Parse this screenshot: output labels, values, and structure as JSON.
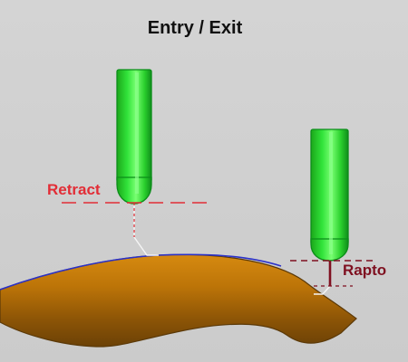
{
  "diagram": {
    "title": "Entry / Exit",
    "labels": {
      "retract": "Retract",
      "rapto": "Rapto"
    },
    "colors": {
      "background": "#cfcfcf",
      "tool": "#22d022",
      "tool_highlight": "#8cff8c",
      "tool_shadow": "#0b8d19",
      "workpiece": "#c67c08",
      "workpiece_edge": "#5b3908",
      "surface_edge": "#2b31c8",
      "retract": "#e22d36",
      "rapto": "#7f1020",
      "path": "#f5f5f5"
    }
  }
}
